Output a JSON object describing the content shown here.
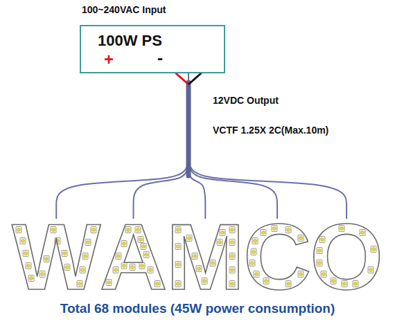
{
  "diagram": {
    "caption": "Total 68 modules (45W power consumption)",
    "nodes": [
      {
        "text": [
          "100W PS",
          "+",
          "-"
        ]
      },
      {
        "text": [
          "W"
        ]
      },
      {
        "text": [
          "A"
        ]
      },
      {
        "text": [
          "M"
        ]
      },
      {
        "text": [
          "C"
        ]
      },
      {
        "text": [
          "O"
        ]
      }
    ],
    "edges": [
      {
        "from": 0,
        "to": 1,
        "arrow": "none"
      },
      {
        "from": 0,
        "to": 2,
        "arrow": "none"
      },
      {
        "from": 0,
        "to": 3,
        "arrow": "none"
      },
      {
        "from": 0,
        "to": 4,
        "arrow": "none"
      },
      {
        "from": 0,
        "to": 5,
        "arrow": "none"
      }
    ],
    "labels": [
      "100~240VAC Input",
      "12VDC Output",
      "VCTF 1.25X 2C(Max.10m)"
    ]
  }
}
